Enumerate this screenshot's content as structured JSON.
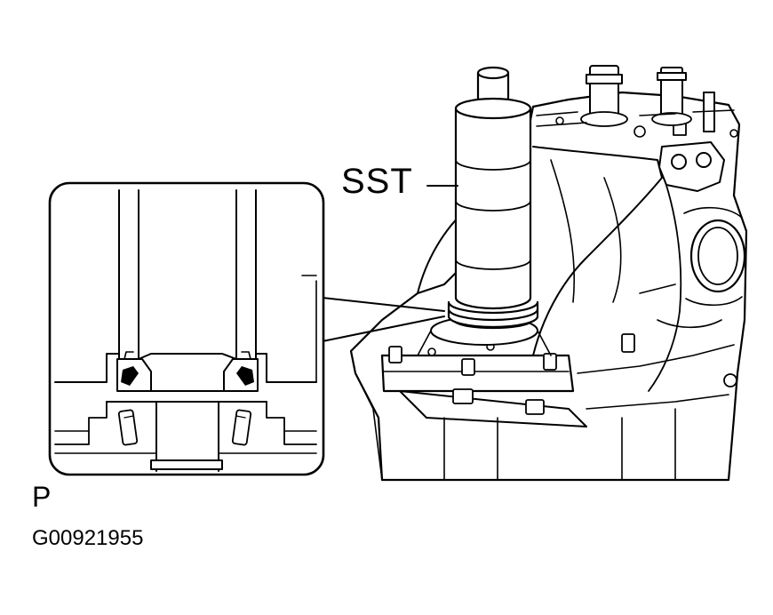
{
  "labels": {
    "tool": "SST",
    "view": "P",
    "figure_code": "G00921955"
  },
  "colors": {
    "line": "#000000",
    "background": "#ffffff"
  }
}
